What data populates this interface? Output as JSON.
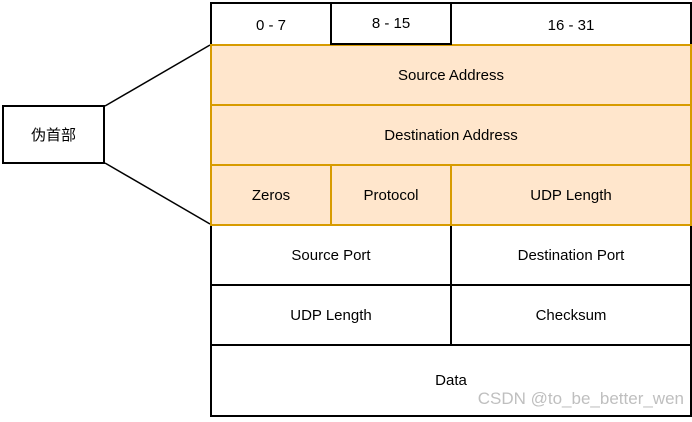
{
  "diagram": {
    "label_box": {
      "label": "伪首部"
    },
    "header": {
      "columns": [
        "0 - 7",
        "8 - 15",
        "16 - 31"
      ]
    },
    "pseudo_header": {
      "source_address": "Source Address",
      "destination_address": "Destination Address",
      "zeros": "Zeros",
      "protocol": "Protocol",
      "udp_length": "UDP Length"
    },
    "udp_header": {
      "source_port": "Source Port",
      "destination_port": "Destination Port",
      "udp_length": "UDP Length",
      "checksum": "Checksum",
      "data": "Data"
    },
    "watermark": "CSDN @to_be_better_wen",
    "colors": {
      "pseudo_fill": "#FFE6CC",
      "pseudo_stroke": "#D79B00",
      "table_stroke": "#000000",
      "text": "#000000",
      "watermark": "#BFBFBF",
      "background": "#FFFFFF"
    }
  }
}
